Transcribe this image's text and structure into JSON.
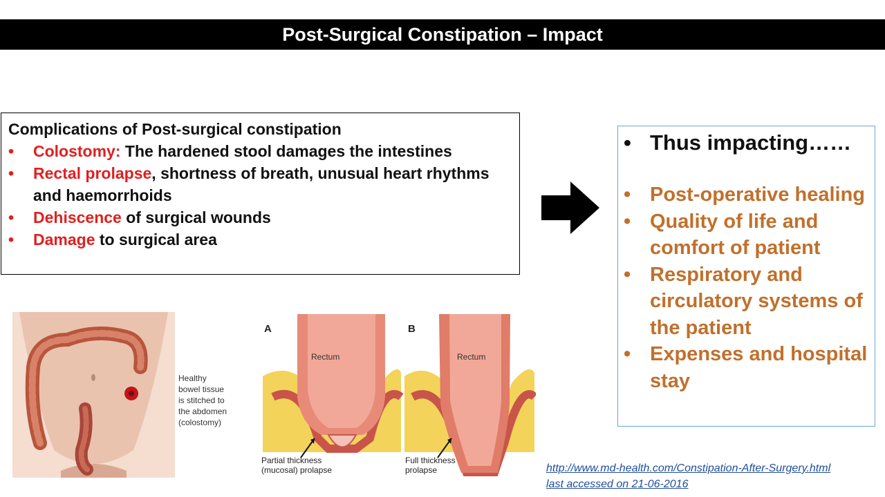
{
  "title": "Post-Surgical Constipation – Impact",
  "complications": {
    "heading": "Complications of Post-surgical constipation",
    "items": [
      {
        "bullet": "•",
        "highlight": "Colostomy:",
        "text": " The hardened stool damages the intestines"
      },
      {
        "bullet": "•",
        "highlight": "Rectal prolapse",
        "text": ", shortness of breath, unusual heart rhythms and haemorrhoids"
      },
      {
        "bullet": "•",
        "highlight": "Dehiscence",
        "text": " of surgical wounds"
      },
      {
        "bullet": "•",
        "highlight": "Damage",
        "text": " to surgical area"
      }
    ]
  },
  "impact": {
    "bullet": "•",
    "lead": "Thus impacting……",
    "items": [
      "Post-operative healing",
      "Quality of life and comfort of patient",
      "Respiratory and circulatory systems of the patient",
      "Expenses and hospital stay"
    ]
  },
  "figure_left": {
    "caption": [
      "Healthy",
      "bowel tissue",
      "is stitched to",
      "the abdomen",
      "(colostomy)"
    ]
  },
  "figure_right": {
    "label_a": "A",
    "label_b": "B",
    "rectum_a": "Rectum",
    "rectum_b": "Rectum",
    "caption_a": [
      "Partial thickness",
      "(mucosal) prolapse"
    ],
    "caption_b": [
      "Full thickness",
      "prolapse"
    ]
  },
  "reference": {
    "url": "http://www.md-health.com/Constipation-After-Surgery.html",
    "accessed": "last accessed on 21-06-2016"
  },
  "colors": {
    "highlight": "#e02020",
    "impact_text": "#c0702c",
    "box_border": "#6aa6d6",
    "title_bg": "#000000"
  },
  "icons": {
    "arrow": "right-arrow-icon"
  }
}
